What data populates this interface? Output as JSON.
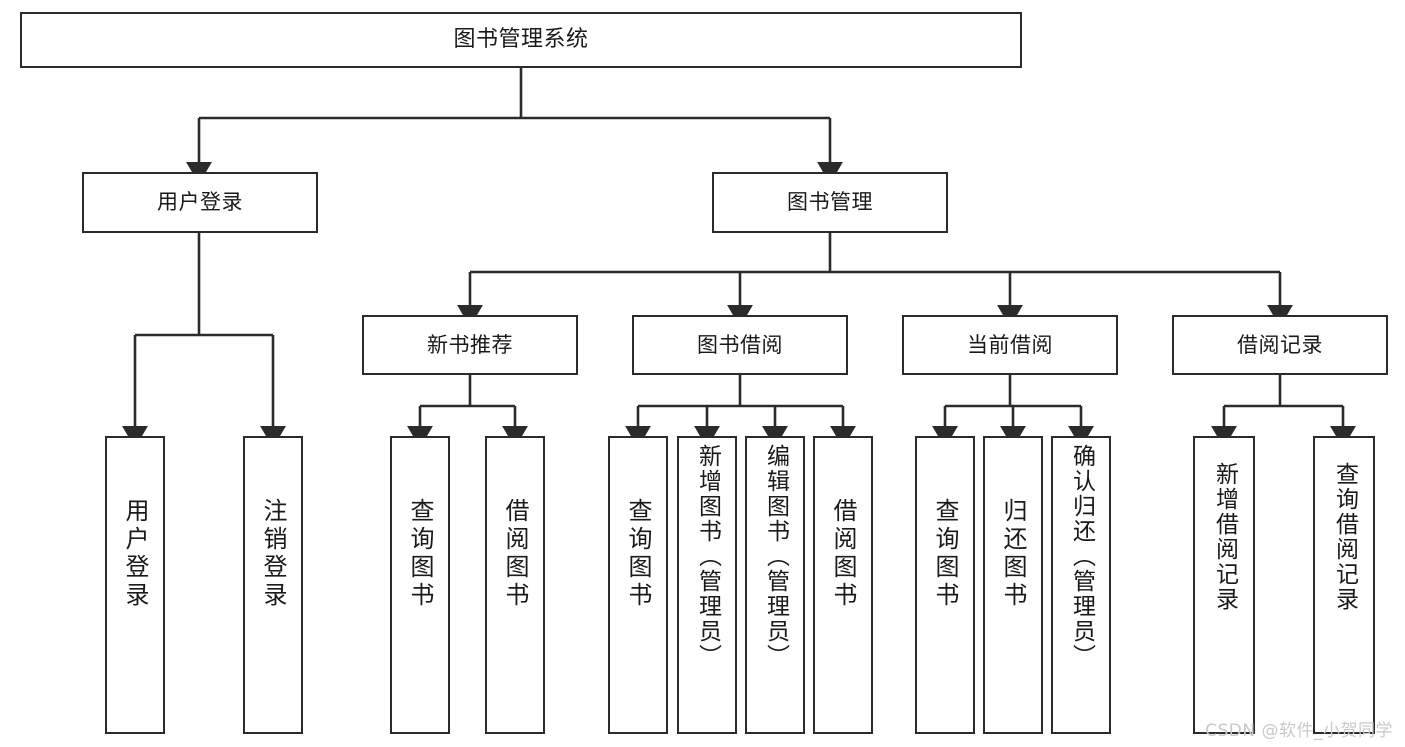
{
  "diagram": {
    "title": "图书管理系统",
    "type": "tree-hierarchy-diagram",
    "watermark": "CSDN @软件_小贺同学",
    "colors": {
      "stroke": "#2b2b2b",
      "fill": "#ffffff",
      "text": "#1a1a1a",
      "watermark": "#c9c9c9"
    },
    "root": {
      "label": "图书管理系统"
    },
    "level2": [
      {
        "id": "user-login",
        "label": "用户登录"
      },
      {
        "id": "book-manage",
        "label": "图书管理"
      }
    ],
    "level3": [
      {
        "id": "new-book-recommend",
        "label": "新书推荐"
      },
      {
        "id": "book-borrow",
        "label": "图书借阅"
      },
      {
        "id": "current-borrow",
        "label": "当前借阅"
      },
      {
        "id": "borrow-record",
        "label": "借阅记录"
      }
    ],
    "leaves": {
      "user_login": [
        {
          "id": "leaf-user-login",
          "label": "用户登录"
        },
        {
          "id": "leaf-logout-login",
          "label": "注销登录"
        }
      ],
      "new_book_recommend": [
        {
          "id": "leaf-query-book-1",
          "label": "查询图书"
        },
        {
          "id": "leaf-borrow-book-1",
          "label": "借阅图书"
        }
      ],
      "book_borrow": [
        {
          "id": "leaf-query-book-2",
          "label": "查询图书"
        },
        {
          "id": "leaf-add-book",
          "label": "新增图书（管理员）"
        },
        {
          "id": "leaf-edit-book",
          "label": "编辑图书（管理员）"
        },
        {
          "id": "leaf-borrow-book-2",
          "label": "借阅图书"
        }
      ],
      "current_borrow": [
        {
          "id": "leaf-query-book-3",
          "label": "查询图书"
        },
        {
          "id": "leaf-return-book",
          "label": "归还图书"
        },
        {
          "id": "leaf-confirm-return",
          "label": "确认归还（管理员）"
        }
      ],
      "borrow_record": [
        {
          "id": "leaf-add-record",
          "label": "新增借阅记录"
        },
        {
          "id": "leaf-query-record",
          "label": "查询借阅记录"
        }
      ]
    }
  }
}
